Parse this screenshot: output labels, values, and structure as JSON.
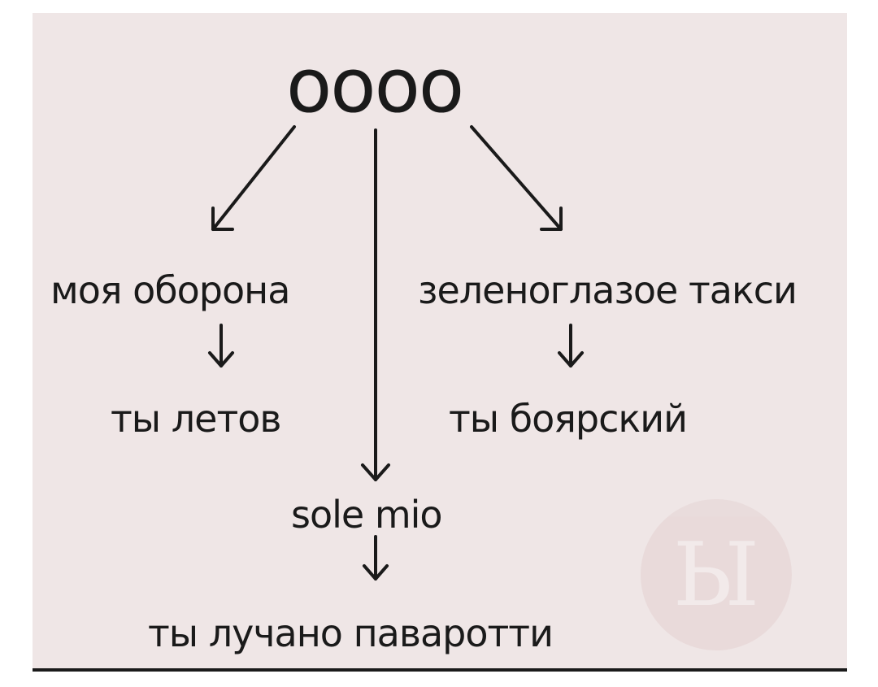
{
  "diagram": {
    "root": "oooo",
    "left_branch": {
      "label": "моя оборона",
      "child": "ты летов"
    },
    "center_branch": {
      "label": "sole mio",
      "child": "ты лучано паваротти"
    },
    "right_branch": {
      "label": "зеленоглазое такси",
      "child": "ты боярский"
    },
    "watermark_glyph": "Ы"
  },
  "colors": {
    "background": "#efe6e6",
    "ink": "#1a1a1a"
  },
  "icons": [
    "arrow-icon"
  ]
}
